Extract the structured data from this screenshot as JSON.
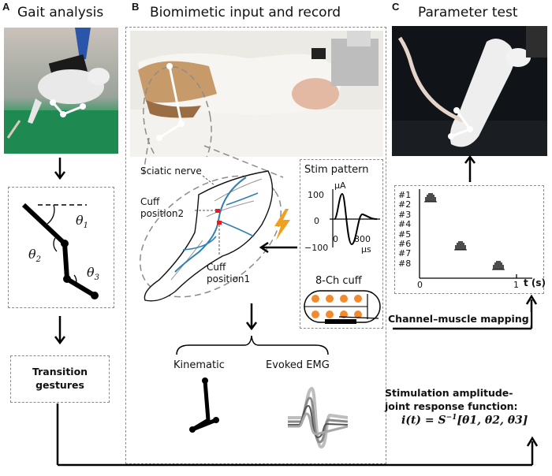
{
  "panels": {
    "a": {
      "letter": "A",
      "title": "Gait analysis"
    },
    "b": {
      "letter": "B",
      "title": "Biomimetic input and record"
    },
    "c": {
      "letter": "C",
      "title": "Parameter test"
    }
  },
  "angles": {
    "t1": "θ",
    "t1_sub": "1",
    "t2": "θ",
    "t2_sub": "2",
    "t3": "θ",
    "t3_sub": "3"
  },
  "transition": {
    "line1": "Transition",
    "line2": "gestures"
  },
  "nerve": {
    "sciatic": "Sciatic nerve",
    "cuff2_line1": "Cuff",
    "cuff2_line2": "position2",
    "cuff1_line1": "Cuff",
    "cuff1_line2": "position1"
  },
  "stim": {
    "title": "Stim pattern",
    "unit_y": "μA",
    "tick_100": "100",
    "tick_0": "0",
    "tick_m100": "−100",
    "tick_x0": "0",
    "tick_x800": "800",
    "unit_x": "μs",
    "cuff_title": "8-Ch cuff"
  },
  "outputs": {
    "kinematic": "Kinematic",
    "emg": "Evoked EMG"
  },
  "raster": {
    "channels": [
      "#1",
      "#2",
      "#3",
      "#4",
      "#5",
      "#6",
      "#7",
      "#8"
    ],
    "tick_0": "0",
    "tick_1": "1",
    "xlabel": "t (s)"
  },
  "mapping": {
    "label": "Channel–muscle mapping"
  },
  "function": {
    "line1": "Stimulation amplitude-",
    "line2": "joint response function:",
    "formula_lhs": "i(t) = S",
    "formula_sup": "−1",
    "formula_rhs": "[θ1, θ2, θ3]"
  }
}
